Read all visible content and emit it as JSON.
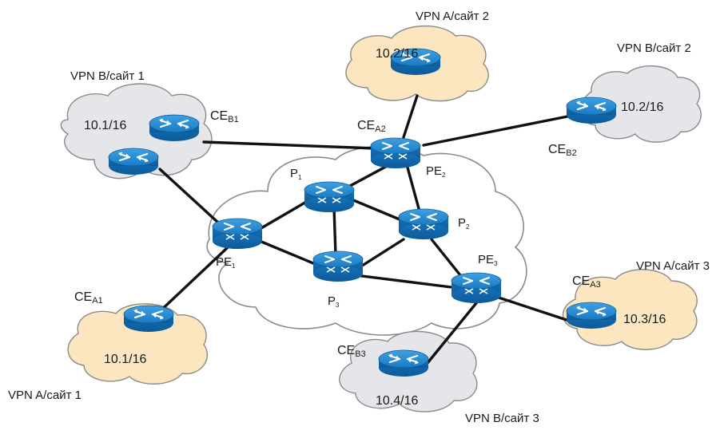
{
  "colors": {
    "cloud_provider": "#ffffff",
    "cloud_vpn_a": "#fbe6bf",
    "cloud_vpn_b": "#e4e6e9",
    "cloud_stroke": "#8a8a8a",
    "router_blue": "#1a7bc4",
    "router_dark": "#0d5a99",
    "link": "#111111"
  },
  "icons": {
    "ce_router": "router-icon",
    "core_router": "switching-router-icon"
  },
  "labels": {
    "vpn_b_site1": "VPN B/сайт 1",
    "vpn_a_site2": "VPN A/сайт 2",
    "vpn_b_site2": "VPN B/сайт 2",
    "vpn_a_site3": "VPN A/сайт 3",
    "vpn_a_site1": "VPN A/сайт 1",
    "vpn_b_site3": "VPN B/сайт 3",
    "net_b1": "10.1/16",
    "net_a2": "10.2/16",
    "net_b2": "10.2/16",
    "net_a3": "10.3/16",
    "net_a1": "10.1/16",
    "net_b3": "10.4/16",
    "ce_b1_main": "CE",
    "ce_b1_sub": "B1",
    "ce_a2_main": "CE",
    "ce_a2_sub": "A2",
    "ce_b2_main": "CE",
    "ce_b2_sub": "B2",
    "ce_a3_main": "CE",
    "ce_a3_sub": "A3",
    "ce_a1_main": "CE",
    "ce_a1_sub": "A1",
    "ce_b3_main": "CE",
    "ce_b3_sub": "B3",
    "pe1_main": "PE",
    "pe1_sub": "1",
    "pe2_main": "PE",
    "pe2_sub": "2",
    "pe3_main": "PE",
    "pe3_sub": "3",
    "p1_main": "P",
    "p1_sub": "1",
    "p2_main": "P",
    "p2_sub": "2",
    "p3_main": "P",
    "p3_sub": "3"
  }
}
